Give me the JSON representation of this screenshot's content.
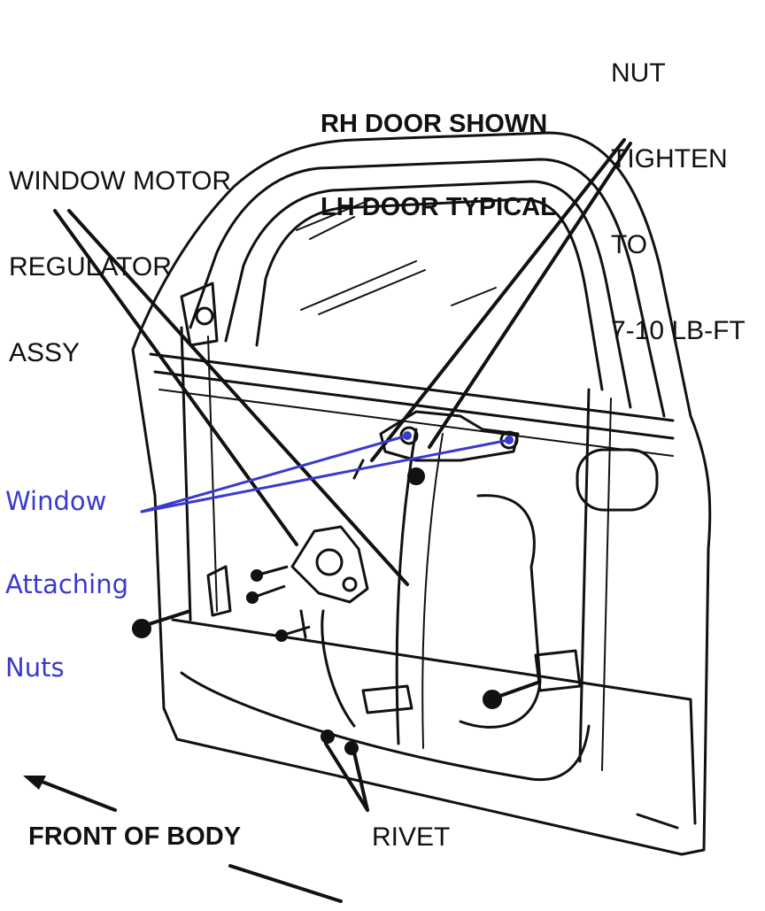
{
  "labels": {
    "nut": [
      "NUT",
      "TIGHTEN",
      "TO",
      "7-10 LB-FT"
    ],
    "door": [
      "RH DOOR SHOWN",
      "LH DOOR TYPICAL"
    ],
    "motor": [
      "WINDOW MOTOR",
      "REGULATOR",
      "ASSY"
    ],
    "window_nuts": [
      "Window",
      "Attaching",
      "Nuts"
    ],
    "front": "FRONT OF BODY",
    "rivet": "RIVET"
  },
  "colors": {
    "ink": "#111111",
    "annotation": "#3a3acc"
  }
}
